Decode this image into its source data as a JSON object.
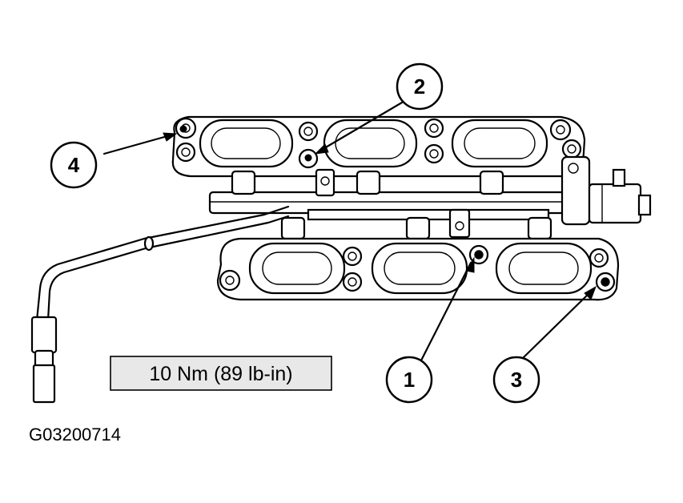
{
  "figure": {
    "callouts": [
      {
        "id": "callout-1",
        "label": "1"
      },
      {
        "id": "callout-2",
        "label": "2"
      },
      {
        "id": "callout-3",
        "label": "3"
      },
      {
        "id": "callout-4",
        "label": "4"
      }
    ],
    "torque_spec": "10 Nm (89 lb-in)",
    "figure_id": "G03200714"
  }
}
